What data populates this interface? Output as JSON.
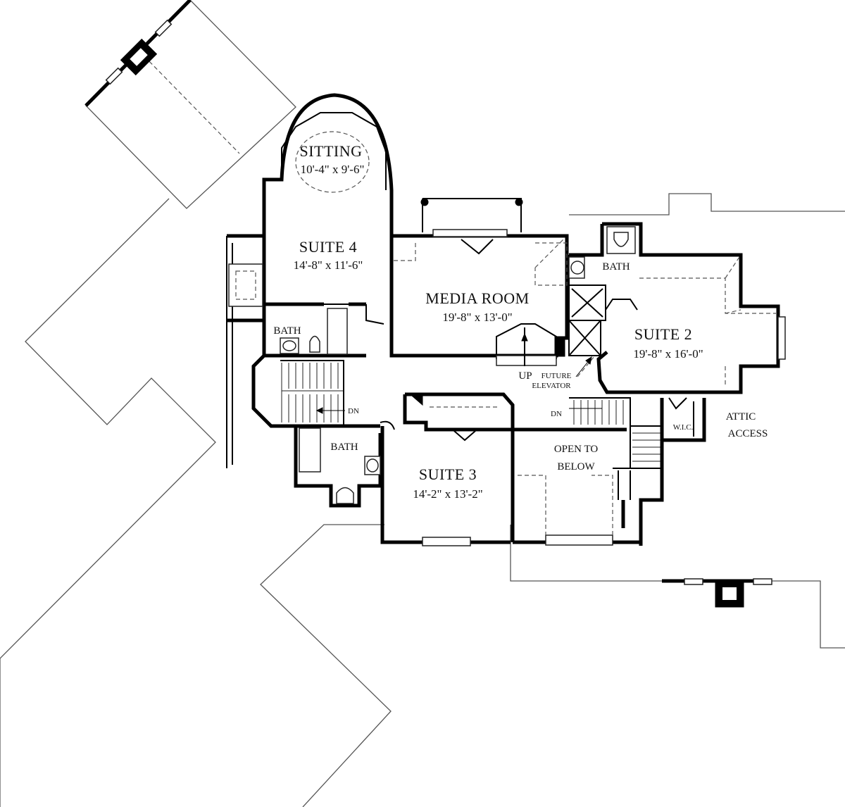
{
  "rooms": {
    "sitting": {
      "name": "SITTING",
      "dims": "10'-4\" x 9'-6\""
    },
    "suite4": {
      "name": "SUITE 4",
      "dims": "14'-8\" x 11'-6\""
    },
    "media": {
      "name": "MEDIA ROOM",
      "dims": "19'-8\" x 13'-0\""
    },
    "suite2": {
      "name": "SUITE 2",
      "dims": "19'-8\" x 16'-0\""
    },
    "suite3": {
      "name": "SUITE 3",
      "dims": "14'-2\" x 13'-2\""
    },
    "bath_suite4": {
      "name": "BATH"
    },
    "bath_suite3": {
      "name": "BATH"
    },
    "bath_suite2": {
      "name": "BATH"
    },
    "wic": {
      "name": "W.I.C."
    },
    "open_below": {
      "line1": "OPEN TO",
      "line2": "BELOW"
    },
    "attic": {
      "line1": "ATTIC",
      "line2": "ACCESS"
    }
  },
  "stairs": {
    "dn_left": "DN",
    "dn_right": "DN",
    "up": "UP"
  },
  "elevator": {
    "line1": "FUTURE",
    "line2": "ELEVATOR"
  }
}
